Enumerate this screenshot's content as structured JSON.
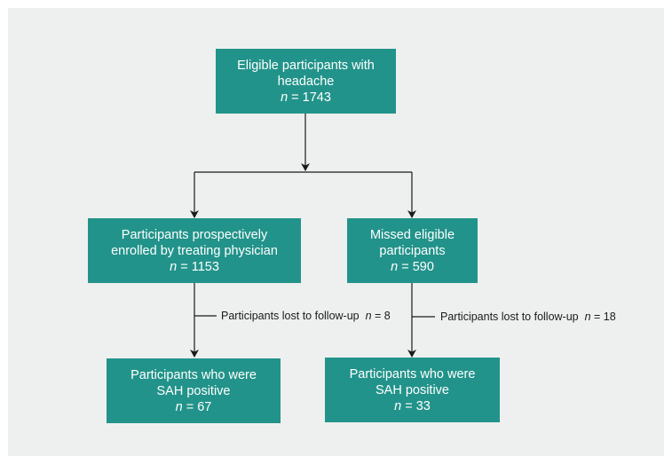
{
  "colors": {
    "background_panel": "#eef0ef",
    "box_fill": "#22938a",
    "box_text": "#ffffff",
    "connector": "#1a1a1a"
  },
  "boxes": {
    "eligible": {
      "lines": [
        "Eligible participants with",
        "headache"
      ],
      "n_symbol": "n",
      "n_value": "= 1743"
    },
    "enrolled": {
      "lines": [
        "Participants prospectively",
        "enrolled by treating physician"
      ],
      "n_symbol": "n",
      "n_value": "= 1153"
    },
    "missed": {
      "lines": [
        "Missed eligible",
        "participants"
      ],
      "n_symbol": "n",
      "n_value": "= 590"
    },
    "sah_enrolled": {
      "lines": [
        "Participants who were",
        "SAH positive"
      ],
      "n_symbol": "n",
      "n_value": "= 67"
    },
    "sah_missed": {
      "lines": [
        "Participants who were",
        "SAH positive"
      ],
      "n_symbol": "n",
      "n_value": "= 33"
    }
  },
  "notes": {
    "lost_enrolled": {
      "text": "Participants lost to follow-up",
      "n_symbol": "n",
      "n_value": "= 8"
    },
    "lost_missed": {
      "text": "Participants lost to follow-up",
      "n_symbol": "n",
      "n_value": "= 18"
    }
  }
}
